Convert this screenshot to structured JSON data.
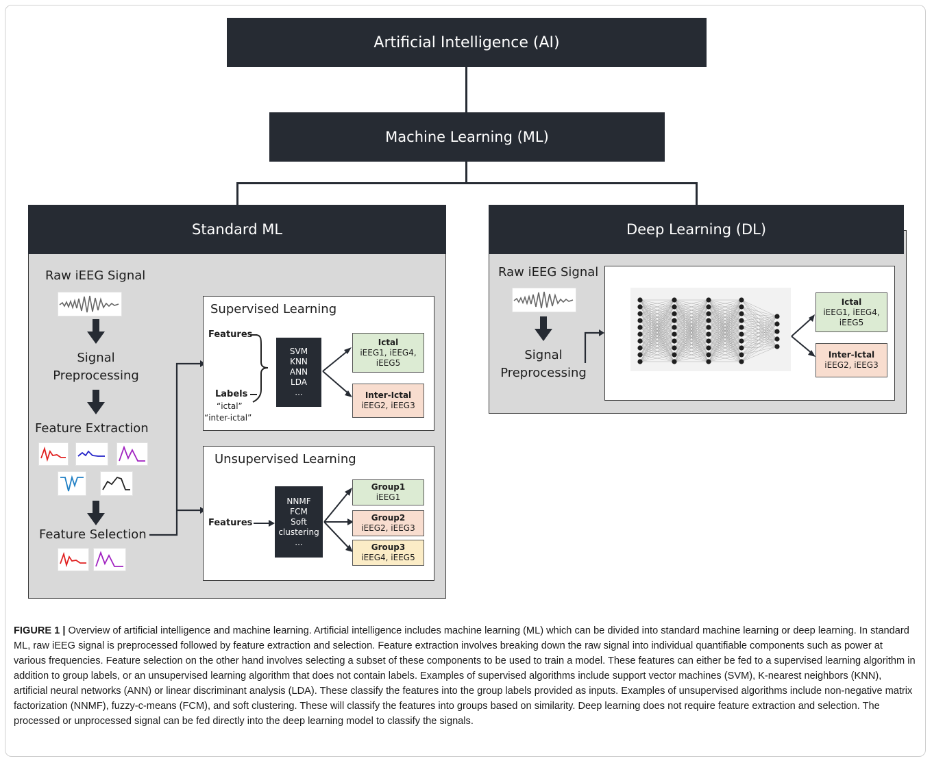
{
  "top": {
    "ai": "Artificial Intelligence (AI)",
    "ml": "Machine Learning (ML)"
  },
  "standard": {
    "title": "Standard ML",
    "raw": "Raw iEEG Signal",
    "preproc_1": "Signal",
    "preproc_2": "Preprocessing",
    "extraction": "Feature Extraction",
    "selection": "Feature Selection",
    "supervised": {
      "title": "Supervised Learning",
      "features": "Features",
      "labels": "Labels",
      "label_1": "“ictal”",
      "label_2": "“inter-ictal”",
      "algos": [
        "SVM",
        "KNN",
        "ANN",
        "LDA",
        "..."
      ],
      "ictal_title": "Ictal",
      "ictal_body_1": "iEEG1, iEEG4,",
      "ictal_body_2": "iEEG5",
      "inter_title": "Inter-Ictal",
      "inter_body": "iEEG2, iEEG3"
    },
    "unsupervised": {
      "title": "Unsupervised Learning",
      "features": "Features",
      "algos": [
        "NNMF",
        "FCM",
        "Soft",
        "clustering",
        "..."
      ],
      "g1_title": "Group1",
      "g1_body": "iEEG1",
      "g2_title": "Group2",
      "g2_body": "iEEG2, iEEG3",
      "g3_title": "Group3",
      "g3_body": "iEEG4, iEEG5"
    }
  },
  "deep": {
    "title": "Deep Learning (DL)",
    "raw": "Raw iEEG Signal",
    "preproc_1": "Signal",
    "preproc_2": "Preprocessing",
    "ictal_title": "Ictal",
    "ictal_body_1": "iEEG1, iEEG4,",
    "ictal_body_2": "iEEG5",
    "inter_title": "Inter-Ictal",
    "inter_body": "iEEG2, iEEG3"
  },
  "caption": {
    "label": "FIGURE 1 |",
    "text": "Overview of artificial intelligence and machine learning. Artificial intelligence includes machine learning (ML) which can be divided into standard machine learning or deep learning. In standard ML, raw iEEG signal is preprocessed followed by feature extraction and selection. Feature extraction involves breaking down the raw signal into individual quantifiable components such as power at various frequencies. Feature selection on the other hand involves selecting a subset of these components to be used to train a model. These features can either be fed to a supervised learning algorithm in addition to group labels, or an unsupervised learning algorithm that does not contain labels. Examples of supervised algorithms include support vector machines (SVM), K-nearest neighbors (KNN), artificial neural networks (ANN) or linear discriminant analysis (LDA). These classify the features into the group labels provided as inputs. Examples of unsupervised algorithms include non-negative matrix factorization (NNMF), fuzzy-c-means (FCM), and soft clustering. These will classify the features into groups based on similarity. Deep learning does not require feature extraction and selection. The processed or unprocessed signal can be fed directly into the deep learning model to classify the signals."
  },
  "colors": {
    "dark": "#262b33",
    "panel_gray": "#d9d9d9",
    "green": "#dcebd3",
    "peach": "#f8ddcf",
    "yellow": "#fbecc6"
  }
}
